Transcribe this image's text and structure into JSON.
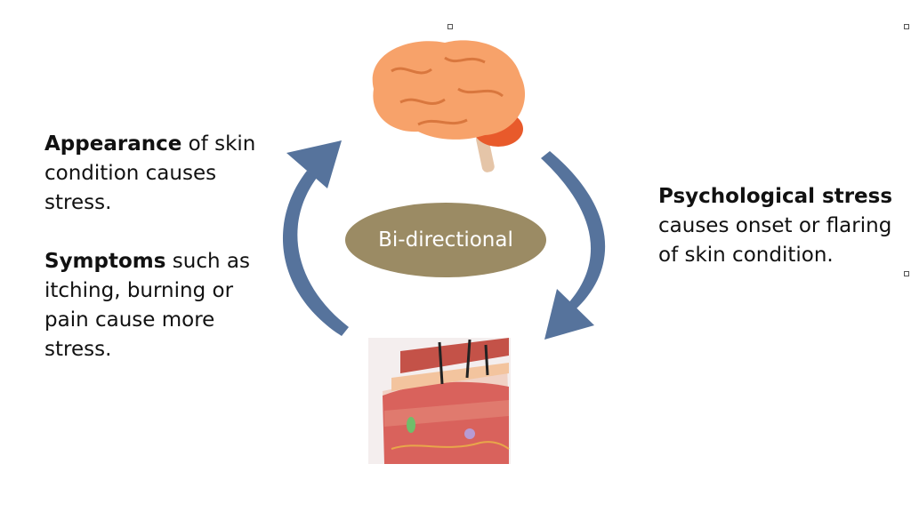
{
  "left_text": {
    "p1_bold": "Appearance",
    "p1_rest": " of skin condition causes stress.",
    "p2_bold": "Symptoms",
    "p2_rest": " such as itching, burning or pain cause more stress."
  },
  "right_text": {
    "bold": "Psychological stress",
    "rest": " causes onset or flaring of skin condition."
  },
  "center": {
    "label": "Bi-directional"
  },
  "icons": {
    "top": "brain-icon",
    "bottom": "skin-cross-section-icon",
    "arrows": [
      "curved-arrow-right-down-icon",
      "curved-arrow-left-up-icon"
    ]
  },
  "colors": {
    "arrow": "#56739c",
    "oval": "#9b8b64",
    "brain": "#f7a26a",
    "skin": "#d9625c"
  }
}
